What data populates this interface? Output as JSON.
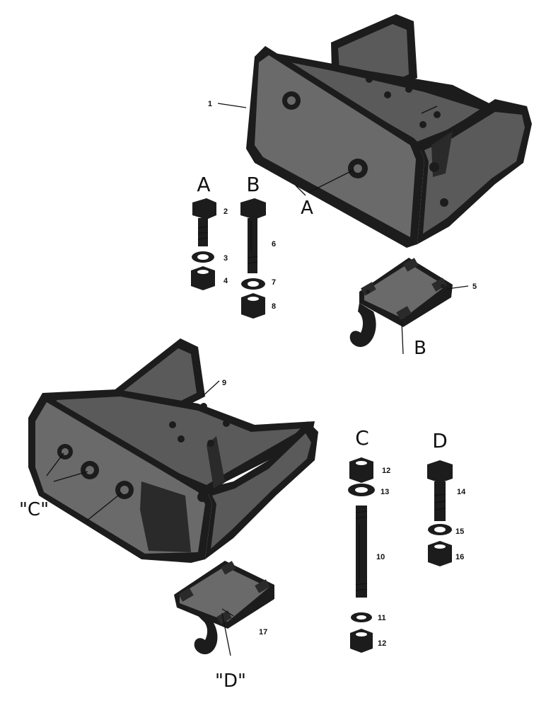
{
  "groups": {
    "a": "A",
    "b": "B",
    "c": "C",
    "d": "D"
  },
  "callouts": {
    "a": "A",
    "b": "B",
    "c": "\"C\"",
    "d": "\"D\""
  },
  "parts": {
    "p1": "1",
    "p2": "2",
    "p3": "3",
    "p4": "4",
    "p5": "5",
    "p6": "6",
    "p7": "7",
    "p8": "8",
    "p9": "9",
    "p10": "10",
    "p11": "11",
    "p12a": "12",
    "p12b": "12",
    "p13": "13",
    "p14": "14",
    "p15": "15",
    "p16": "16",
    "p17": "17"
  }
}
